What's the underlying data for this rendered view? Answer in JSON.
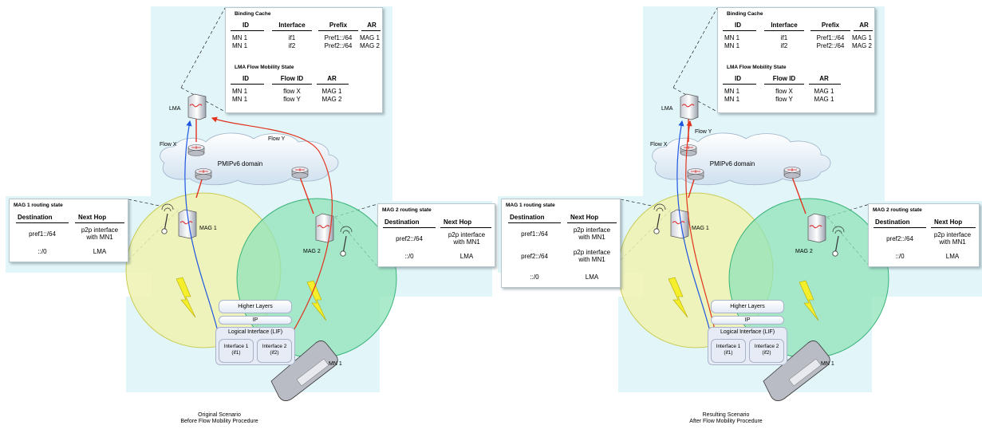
{
  "scenarios": [
    {
      "caption_line1": "Original Scenario",
      "caption_line2": "Before Flow Mobility Procedure",
      "lma_label": "LMA",
      "domain_label": "PMIPv6 domain",
      "flow_x_label": "Flow X",
      "flow_y_label": "Flow Y",
      "mag1_label": "MAG 1",
      "mag2_label": "MAG 2",
      "mn_label": "MN 1",
      "binding_cache": {
        "title": "Binding Cache",
        "headers": [
          "ID",
          "Interface",
          "Prefix",
          "AR"
        ],
        "rows": [
          [
            "MN 1",
            "if1",
            "Pref1::/64",
            "MAG 1"
          ],
          [
            "MN 1",
            "if2",
            "Pref2::/64",
            "MAG 2"
          ]
        ]
      },
      "flow_state": {
        "title": "LMA Flow Mobility  State",
        "headers": [
          "ID",
          "Flow ID",
          "AR"
        ],
        "rows": [
          [
            "MN 1",
            "flow X",
            "MAG 1"
          ],
          [
            "MN 1",
            "flow Y",
            "MAG 2"
          ]
        ]
      },
      "mag1_routing": {
        "title": "MAG 1 routing state",
        "headers": [
          "Destination",
          "Next Hop"
        ],
        "rows": [
          [
            "pref1::/64",
            "p2p interface",
            "with MN1"
          ],
          [
            "::/0",
            "LMA",
            ""
          ]
        ]
      },
      "mag2_routing": {
        "title": "MAG 2 routing state",
        "headers": [
          "Destination",
          "Next Hop"
        ],
        "rows": [
          [
            "pref2::/64",
            "p2p interface",
            "with MN1"
          ],
          [
            "::/0",
            "LMA",
            ""
          ]
        ]
      },
      "mn_stack": {
        "higher": "Higher Layers",
        "ip": "IP",
        "lif": "Logical Interface (LIF)",
        "if1_line1": "Interface 1",
        "if1_line2": "(if1)",
        "if2_line1": "Interface 2",
        "if2_line2": "(if2)"
      }
    },
    {
      "caption_line1": "Resulting Scenario",
      "caption_line2": "After Flow Mobility Procedure",
      "lma_label": "LMA",
      "domain_label": "PMIPv6 domain",
      "flow_x_label": "Flow X",
      "flow_y_label": "Flow Y",
      "mag1_label": "MAG 1",
      "mag2_label": "MAG 2",
      "mn_label": "MN 1",
      "binding_cache": {
        "title": "Binding Cache",
        "headers": [
          "ID",
          "Interface",
          "Prefix",
          "AR"
        ],
        "rows": [
          [
            "MN 1",
            "if1",
            "Pref1::/64",
            "MAG 1"
          ],
          [
            "MN 1",
            "if2",
            "Pref2::/64",
            "MAG 2"
          ]
        ]
      },
      "flow_state": {
        "title": "LMA Flow Mobility  State",
        "headers": [
          "ID",
          "Flow ID",
          "AR"
        ],
        "rows": [
          [
            "MN 1",
            "flow X",
            "MAG 1"
          ],
          [
            "MN 1",
            "flow Y",
            "MAG 1"
          ]
        ]
      },
      "mag1_routing": {
        "title": "MAG 1 routing state",
        "headers": [
          "Destination",
          "Next Hop"
        ],
        "rows": [
          [
            "pref1::/64",
            "p2p interface",
            "with MN1"
          ],
          [
            "pref2::/64",
            "p2p interface",
            "with MN1"
          ],
          [
            "::/0",
            "LMA",
            ""
          ]
        ]
      },
      "mag2_routing": {
        "title": "MAG 2 routing state",
        "headers": [
          "Destination",
          "Next Hop"
        ],
        "rows": [
          [
            "pref2::/64",
            "p2p interface",
            "with MN1"
          ],
          [
            "::/0",
            "LMA",
            ""
          ]
        ]
      },
      "mn_stack": {
        "higher": "Higher Layers",
        "ip": "IP",
        "lif": "Logical Interface (LIF)",
        "if1_line1": "Interface 1",
        "if1_line2": "(if1)",
        "if2_line1": "Interface 2",
        "if2_line2": "(if2)"
      }
    }
  ],
  "colors": {
    "background_panel": "#e2f5f8",
    "mag1_cell": "#eef2b0",
    "mag2_cell": "#8fe3b9",
    "flow_x": "#1f56e0",
    "flow_y": "#e2331e",
    "wired_link": "#e2331e",
    "lightning": "#f5ee2a"
  }
}
